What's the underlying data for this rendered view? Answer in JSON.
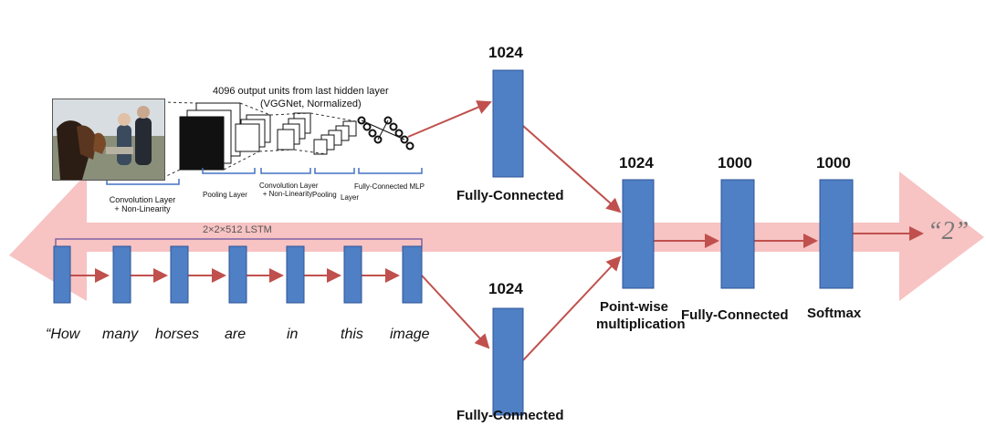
{
  "vgg_caption_line1": "4096 output  units from last hidden layer",
  "vgg_caption_line2": "(VGGNet, Normalized)",
  "cnn_layers": {
    "conv1": "Convolution Layer",
    "conv1_sub": "+ Non-Linearity",
    "pool1": "Pooling Layer",
    "conv2": "Convolution Layer",
    "conv2_sub": "+ Non-Linearity",
    "pool2": "Pooling",
    "pool2_b": "Layer",
    "fc_mlp": "Fully-Connected MLP"
  },
  "lstm_label": "2×2×512 LSTM",
  "question_words": [
    "“How",
    "many",
    "horses",
    "are",
    "in",
    "this",
    "image"
  ],
  "image_branch": {
    "dim": "1024",
    "label": "Fully-Connected"
  },
  "question_branch": {
    "dim": "1024",
    "label": "Fully-Connected"
  },
  "fusion": {
    "dim": "1024",
    "label_line1": "Point-wise",
    "label_line2": "multiplication"
  },
  "fc_layer": {
    "dim": "1000",
    "label": "Fully-Connected"
  },
  "softmax": {
    "dim": "1000",
    "label": "Softmax"
  },
  "answer": "“2”",
  "colors": {
    "box_fill": "#4f7fc4",
    "box_stroke": "#2f5597",
    "arrow": "#c0504d",
    "band": "#f4a6a6"
  }
}
